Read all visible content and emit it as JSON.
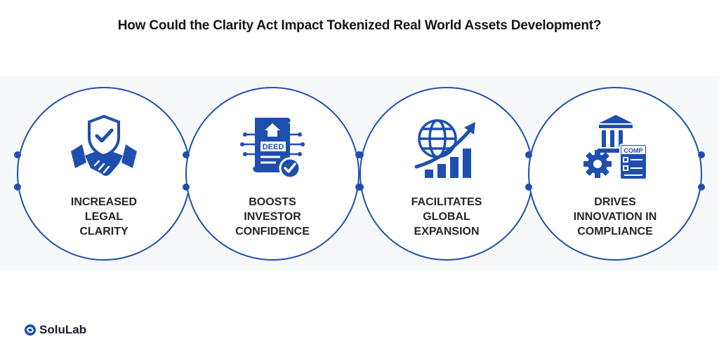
{
  "title": "How Could the Clarity Act Impact Tokenized Real World Assets Development?",
  "colors": {
    "primary": "#1e4fae",
    "text": "#262626"
  },
  "cards": [
    {
      "icon": "shield-handshake-icon",
      "lines": [
        "INCREASED",
        "LEGAL",
        "CLARITY"
      ]
    },
    {
      "icon": "deed-document-icon",
      "icon_text": "DEED",
      "lines": [
        "BOOSTS",
        "INVESTOR",
        "CONFIDENCE"
      ]
    },
    {
      "icon": "globe-growth-chart-icon",
      "lines": [
        "FACILITATES",
        "GLOBAL",
        "EXPANSION"
      ]
    },
    {
      "icon": "bank-compliance-icon",
      "icon_text": "COMP",
      "lines": [
        "DRIVES",
        "INNOVATION IN",
        "COMPLIANCE"
      ]
    }
  ],
  "logo": {
    "text": "SoluLab"
  }
}
